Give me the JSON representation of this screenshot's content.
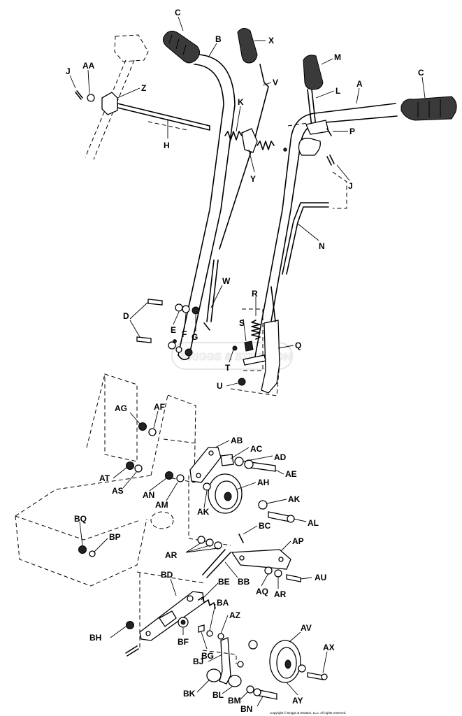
{
  "diagram": {
    "watermark": "BRIGGS & STRATTON",
    "copyright": "Copyright © Briggs & Stratton, LLC. All rights reserved.",
    "labels": {
      "C_top": "C",
      "B": "B",
      "X": "X",
      "M": "M",
      "C_right": "C",
      "AA": "AA",
      "J_left": "J",
      "Z": "Z",
      "V": "V",
      "L": "L",
      "A": "A",
      "K": "K",
      "P": "P",
      "H": "H",
      "Y": "Y",
      "J_right": "J",
      "N": "N",
      "W": "W",
      "R": "R",
      "D": "D",
      "E": "E",
      "F": "F",
      "G": "G",
      "S": "S",
      "Q": "Q",
      "T": "T",
      "U": "U",
      "AG": "AG",
      "AF": "AF",
      "AB": "AB",
      "AC": "AC",
      "AD": "AD",
      "AE": "AE",
      "AT": "AT",
      "AS": "AS",
      "AN": "AN",
      "AH": "AH",
      "AM": "AM",
      "AK_left": "AK",
      "AK_right": "AK",
      "AL": "AL",
      "BQ": "BQ",
      "BC": "BC",
      "BP": "BP",
      "AP": "AP",
      "AR_left": "AR",
      "BB": "BB",
      "AQ": "AQ",
      "AR_right": "AR",
      "AU": "AU",
      "BD": "BD",
      "BE": "BE",
      "BA": "BA",
      "AZ": "AZ",
      "BH": "BH",
      "BF": "BF",
      "BG": "BG",
      "AV": "AV",
      "AX": "AX",
      "BJ": "BJ",
      "BK": "BK",
      "BL": "BL",
      "BM": "BM",
      "AY": "AY",
      "BN": "BN"
    }
  }
}
